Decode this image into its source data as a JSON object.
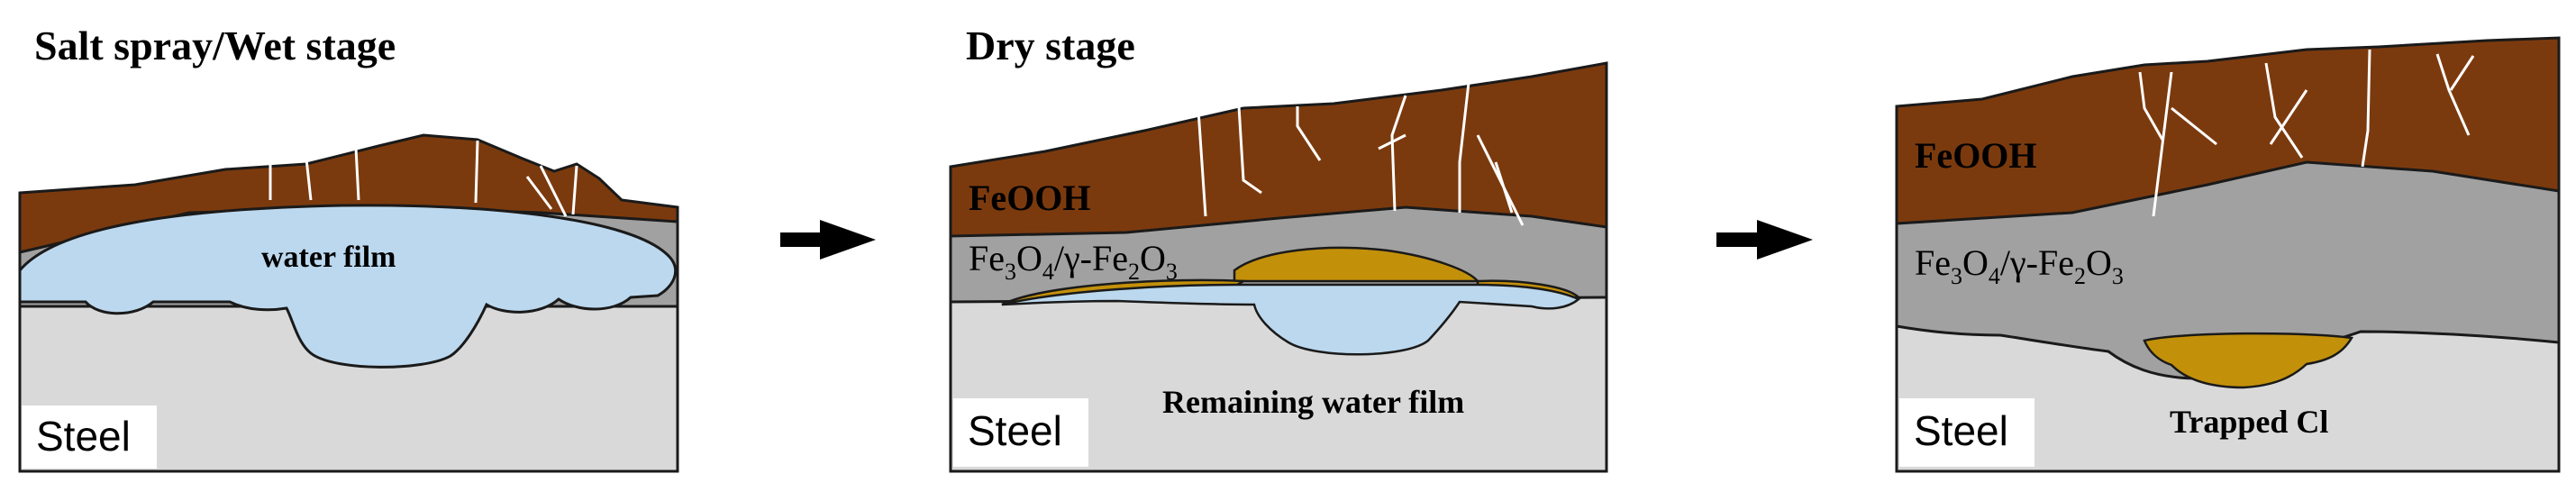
{
  "stages": [
    {
      "title": "Salt spray/Wet stage",
      "water_label": "water film",
      "steel_label": "Steel"
    },
    {
      "title": "Dry stage",
      "rust_label": "FeOOH",
      "oxide_label": {
        "a": "Fe",
        "a_sub": "3",
        "b": "O",
        "b_sub": "4",
        "c": "/γ-Fe",
        "c_sub": "2",
        "d": "O",
        "d_sub": "3"
      },
      "caption": "Remaining water film",
      "steel_label": "Steel"
    },
    {
      "rust_label": "FeOOH",
      "oxide_label": {
        "a": "Fe",
        "a_sub": "3",
        "b": "O",
        "b_sub": "4",
        "c": "/γ-Fe",
        "c_sub": "2",
        "d": "O",
        "d_sub": "3"
      },
      "caption": "Trapped Cl",
      "steel_label": "Steel"
    }
  ],
  "colors": {
    "rust": "#7b3a0e",
    "oxide": "#a1a1a1",
    "steel": "#d9d9d9",
    "water": "#bcd8ee",
    "chloride": "#c3900a",
    "outline": "#1a1a1a",
    "crack": "#ffffff"
  }
}
